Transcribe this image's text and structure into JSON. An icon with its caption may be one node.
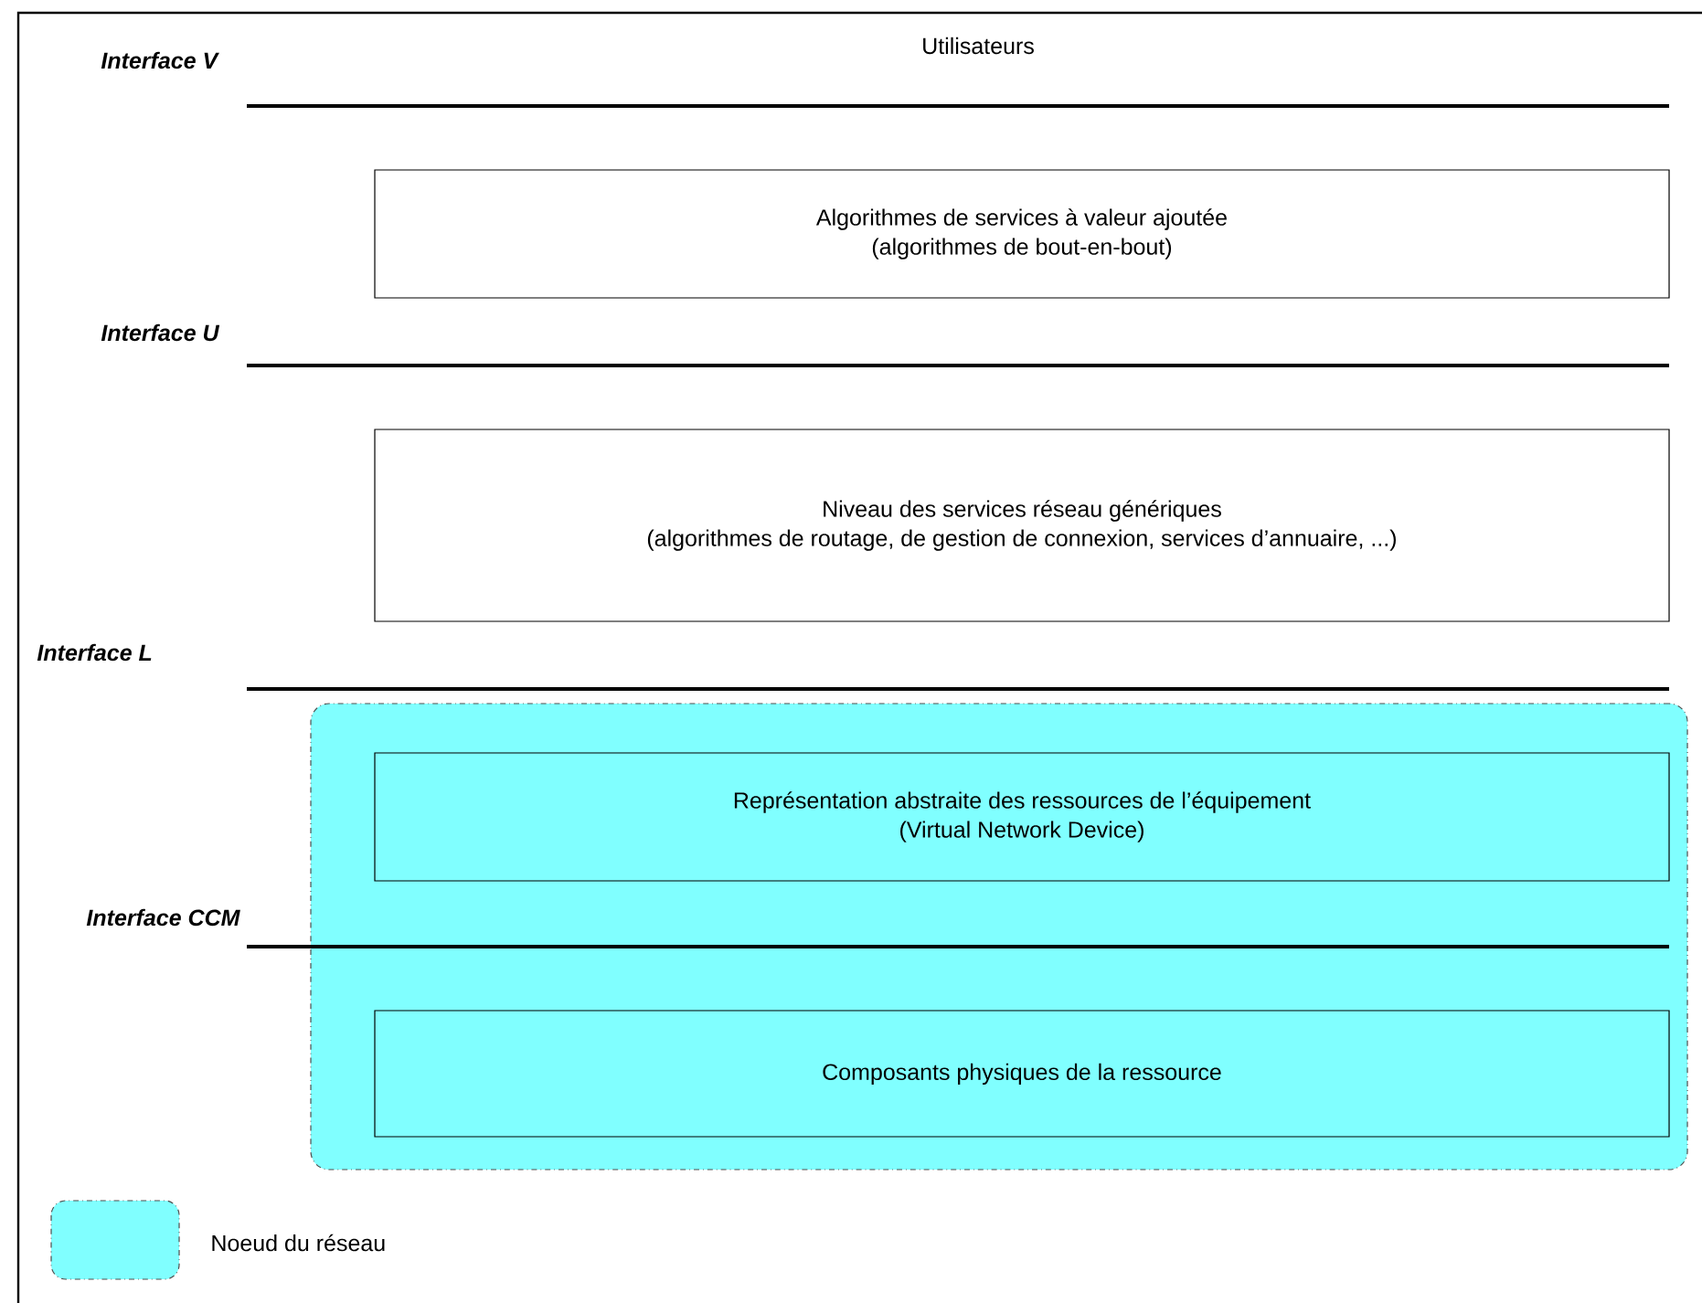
{
  "diagram": {
    "nodes": [
      {
        "text": [
          "Algorithmes de services à valeur ajoutée",
          "(algorithmes de bout-en-bout)"
        ]
      },
      {
        "text": [
          "Niveau des services réseau génériques",
          "(algorithmes de routage, de gestion de connexion, services d’annuaire, ...)"
        ]
      },
      {
        "text": [],
        "shape": "box"
      },
      {
        "text": [
          "Représentation abstraite des ressources de l’équipement",
          "(Virtual Network Device)"
        ],
        "in": 2
      },
      {
        "text": [
          "Composants physiques de la ressource"
        ],
        "in": 2
      }
    ],
    "labels": [
      "Interface V",
      "Utilisateurs",
      "Interface U",
      "Interface L",
      "Interface CCM"
    ],
    "legend": [
      {
        "text": "Noeud du réseau",
        "color": "#80ffff"
      }
    ]
  }
}
